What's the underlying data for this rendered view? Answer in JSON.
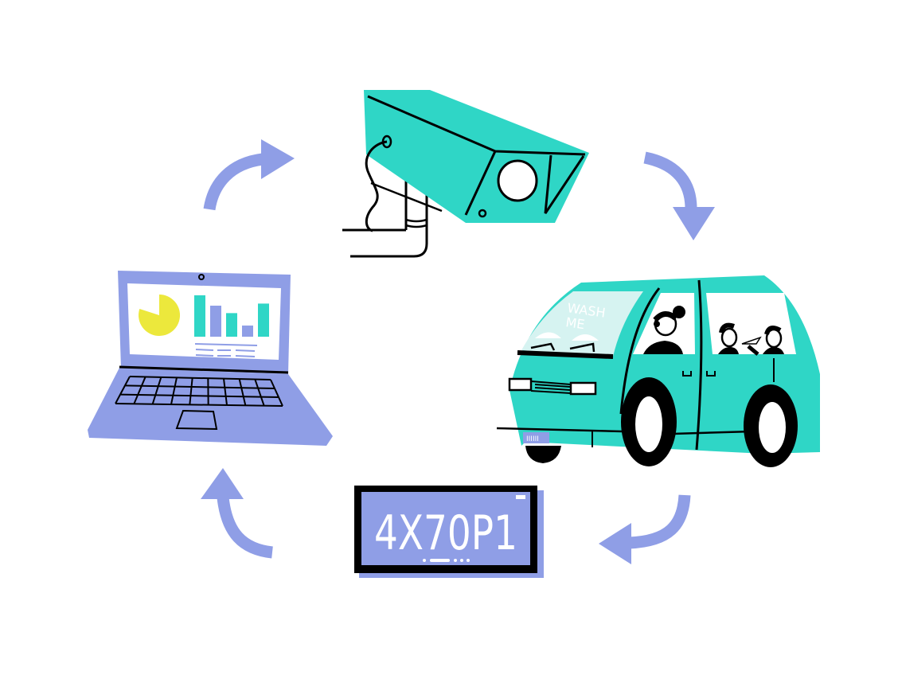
{
  "illustration": {
    "title": "License plate recognition cycle",
    "colors": {
      "teal": "#2fd6c6",
      "periwinkle": "#8f9ee6",
      "yellow": "#ece83c",
      "black": "#000000",
      "white": "#ffffff",
      "glass": "#d6f3f1"
    },
    "steps": [
      {
        "name": "security-camera",
        "icon": "cctv-camera"
      },
      {
        "name": "car",
        "icon": "minivan-with-family"
      },
      {
        "name": "license-plate",
        "icon": "license-plate"
      },
      {
        "name": "laptop",
        "icon": "laptop-analytics"
      }
    ],
    "arrows": [
      "arrow-camera-to-car",
      "arrow-car-to-plate",
      "arrow-plate-to-laptop",
      "arrow-laptop-to-camera"
    ]
  },
  "plate": {
    "number": "4X70P1"
  },
  "car": {
    "windshield_text_line1": "WASH",
    "windshield_text_line2": "ME",
    "front_plate_text": "IIIIII"
  },
  "laptop_chart": {
    "pie_visible_fraction": 0.8,
    "bars": [
      {
        "color": "teal",
        "value": 1.0
      },
      {
        "color": "periwinkle",
        "value": 0.75
      },
      {
        "color": "teal",
        "value": 0.57
      },
      {
        "color": "periwinkle",
        "value": 0.27
      },
      {
        "color": "teal",
        "value": 0.8
      }
    ]
  }
}
